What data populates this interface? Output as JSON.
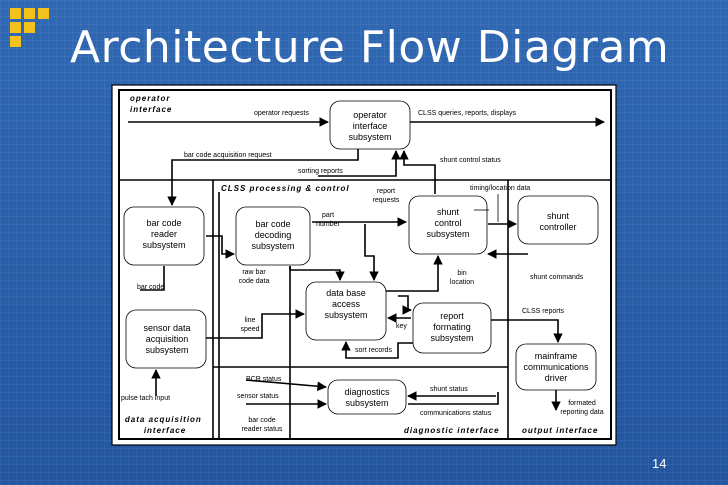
{
  "slide": {
    "title": "Architecture Flow Diagram",
    "page_number": "14"
  },
  "regions": {
    "operator_interface": [
      "operator",
      "interface"
    ],
    "processing": "CLSS  processing & control",
    "data_acquisition": [
      "data acquisition",
      "interface"
    ],
    "diagnostic": "diagnostic interface",
    "output": "output interface"
  },
  "nodes": {
    "operator_interface": [
      "operator",
      "interface",
      "subsystem"
    ],
    "bar_code_reader": [
      "bar code",
      "reader",
      "subsystem"
    ],
    "bar_code_decoding": [
      "bar code",
      "decoding",
      "subsystem"
    ],
    "shunt_control": [
      "shunt",
      "control",
      "subsystem"
    ],
    "shunt_controller": [
      "shunt",
      "controller"
    ],
    "database_access": [
      "data base",
      "access",
      "subsystem"
    ],
    "sensor_data": [
      "sensor data",
      "acquisition",
      "subsystem"
    ],
    "report_formating": [
      "report",
      "formating",
      "subsystem"
    ],
    "mainframe": [
      "mainframe",
      "communications",
      "driver"
    ],
    "diagnostics": [
      "diagnostics",
      "subsystem"
    ]
  },
  "labels": {
    "operator_requests": "operator requests",
    "clss_queries": "CLSS queries, reports, displays",
    "barcode_acq_request": "bar code acquisition request",
    "sorting_reports": "sorting reports",
    "shunt_control_status": "shunt control status",
    "report_requests": [
      "report",
      "requests"
    ],
    "timing_location": "timing/location data",
    "part_number": [
      "part",
      "number"
    ],
    "raw_bar_code": [
      "raw bar",
      "code data"
    ],
    "bin_location": [
      "bin",
      "location"
    ],
    "shunt_commands": "shunt commands",
    "bar_code": "bar code",
    "line_speed": [
      "line",
      "speed"
    ],
    "key": "key",
    "clss_reports": "CLSS reports",
    "sort_records": "sort records",
    "bcr_status": "BCR status",
    "shunt_status": "shunt status",
    "sensor_status": "sensor status",
    "pulse_tach": "pulse tach input",
    "formated_reporting": [
      "formated",
      "reporting data"
    ],
    "barcode_reader_status": [
      "bar code",
      "reader status"
    ],
    "communications_status": "communications status"
  }
}
